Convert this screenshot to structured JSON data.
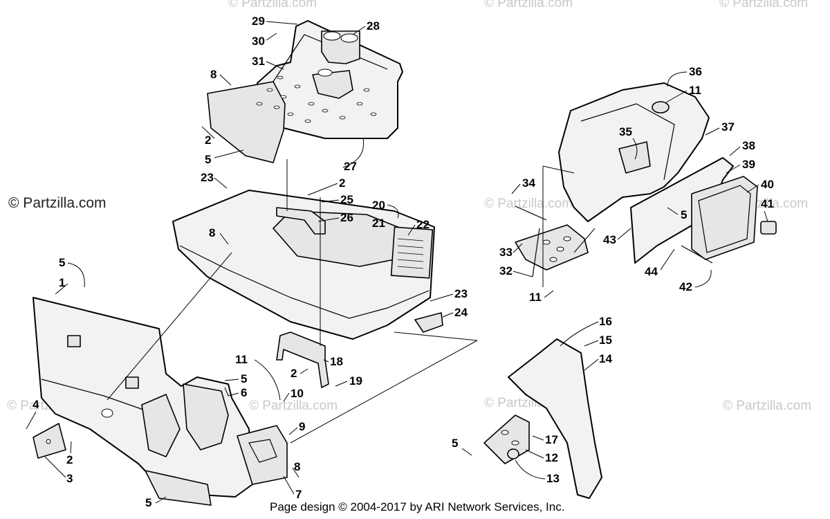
{
  "watermark": {
    "main": "© Partzilla.com",
    "faint": "© Partzilla.com"
  },
  "footer": "Page design © 2004-2017 by ARI Network Services, Inc.",
  "callouts": [
    "1",
    "2",
    "3",
    "4",
    "5",
    "6",
    "7",
    "8",
    "9",
    "10",
    "11",
    "12",
    "13",
    "14",
    "15",
    "16",
    "17",
    "18",
    "19",
    "20",
    "21",
    "22",
    "23",
    "24",
    "25",
    "26",
    "27",
    "28",
    "29",
    "30",
    "31",
    "32",
    "33",
    "34",
    "35",
    "36",
    "37",
    "38",
    "39",
    "40",
    "41",
    "42",
    "43",
    "44"
  ]
}
